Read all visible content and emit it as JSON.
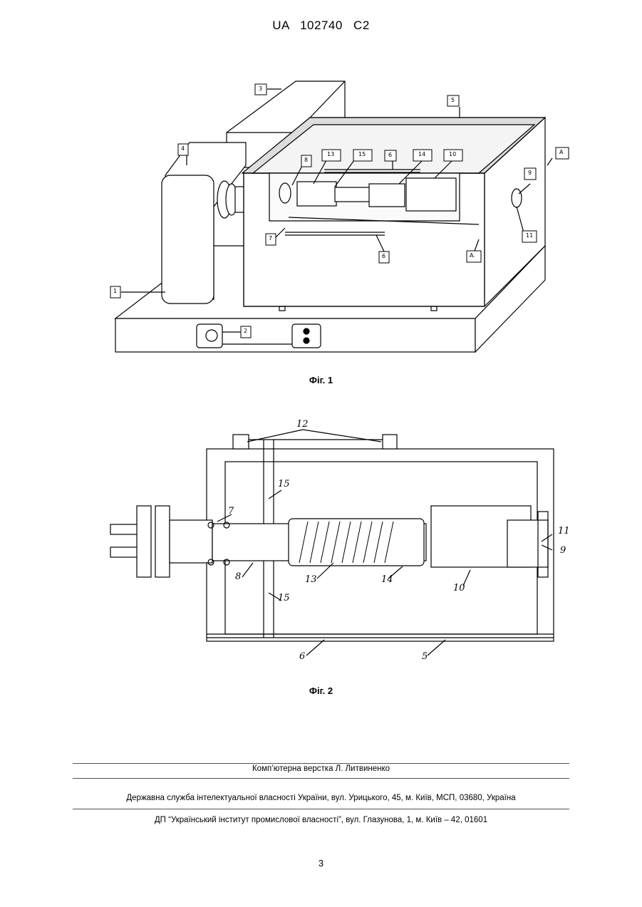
{
  "header": {
    "doc_code": "UA   102740   C2"
  },
  "figure1": {
    "caption": "Фіг. 1",
    "labels": {
      "l1": "1",
      "l2": "2",
      "l3": "3",
      "l4": "4",
      "l5": "5",
      "l6a": "6",
      "l6b": "6",
      "l7": "7",
      "l8": "8",
      "l9": "9",
      "l10": "10",
      "l11": "11",
      "l13": "13",
      "l14": "14",
      "l15": "15",
      "lA1": "A",
      "lA2": "A."
    }
  },
  "figure2": {
    "caption": "Фіг. 2",
    "labels": {
      "l12": "12",
      "l15a": "15",
      "l15b": "15",
      "l7": "7",
      "l8": "8",
      "l13": "13",
      "l14": "14",
      "l10": "10",
      "l11": "11",
      "l9": "9",
      "l6": "6",
      "l5": "5"
    }
  },
  "footer": {
    "layout_credit": "Комп’ютерна верстка Л. Литвиненко",
    "agency": "Державна служба інтелектуальної власності України, вул. Урицького, 45, м. Київ, МСП, 03680, Україна",
    "institute": "ДП “Український інститут промислової власності”, вул. Глазунова, 1, м. Київ – 42, 01601",
    "page_number": "3"
  }
}
